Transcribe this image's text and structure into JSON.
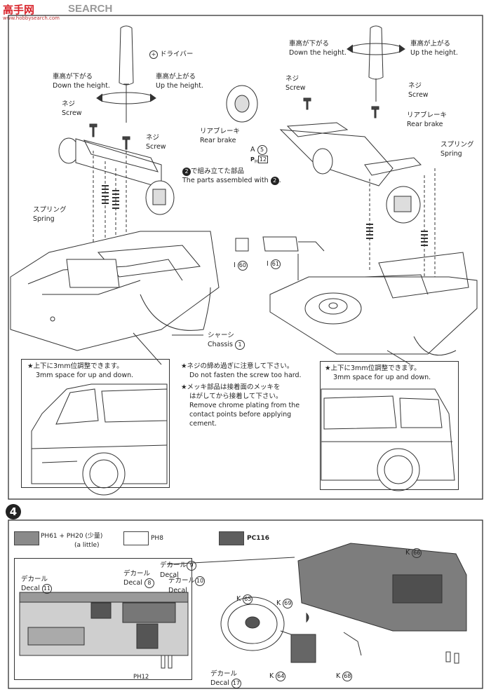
{
  "watermark": {
    "logo_chars": "高手网",
    "site": "SEARCH",
    "url": "www.hobbysearch.com"
  },
  "top_left": {
    "driver": "ドライバー",
    "down_jp": "車高が下がる",
    "down_en": "Down the height.",
    "up_jp": "車高が上がる",
    "up_en": "Up the height.",
    "screw1_jp": "ネジ",
    "screw1_en": "Screw",
    "screw2_jp": "ネジ",
    "screw2_en": "Screw",
    "assembled_num": "2",
    "assembled_jp": "で組み立てた部品",
    "assembled_en": "The parts assembled with",
    "spring_jp": "スプリング",
    "spring_en": "Spring",
    "chassis_jp": "シャーシ",
    "chassis_en": "Chassis",
    "chassis_num": "1"
  },
  "top_right": {
    "down_jp": "車高が下がる",
    "down_en": "Down the height.",
    "up_jp": "車高が上がる",
    "up_en": "Up the height.",
    "screw1_jp": "ネジ",
    "screw1_en": "Screw",
    "screw2_jp": "ネジ",
    "screw2_en": "Screw",
    "brake1_jp": "リアブレーキ",
    "brake1_en": "Rear brake",
    "brake2_jp": "リアブレーキ",
    "brake2_en": "Rear brake",
    "spring_jp": "スプリング",
    "spring_en": "Spring",
    "part_a5_prefix": "A",
    "part_a5_num": "5",
    "paint_ph12_prefix": "P",
    "paint_ph12_sub": "H",
    "paint_ph12_num": "12",
    "part_i60_prefix": "I",
    "part_i60_num": "60",
    "part_i61_prefix": "I",
    "part_i61_num": "61"
  },
  "notes": {
    "left_inset_jp": "★上下に3mm位調整できます。",
    "left_inset_en": "3mm space for up and down.",
    "center_note1_jp": "★ネジの締め過ぎに注意して下さい。",
    "center_note1_en": "Do not fasten the screw too hard.",
    "center_note2_jp1": "★メッキ部品は接着面のメッキを",
    "center_note2_jp2": "はがしてから接着して下さい。",
    "center_note2_en1": "Remove chrome plating from the",
    "center_note2_en2": "contact points before applying",
    "center_note2_en3": "cement.",
    "right_inset_jp": "★上下に3mm位調整できます。",
    "right_inset_en": "3mm space for up and down."
  },
  "step4": {
    "step_number": "4",
    "legend1_text": "PH61 + PH20 (少量)",
    "legend1_sub": "(a little)",
    "legend2_text": "PH8",
    "legend3_text": "PC116",
    "decal11_jp": "デカール",
    "decal11_en": "Decal",
    "decal11_num": "11",
    "decal8_jp": "デカール",
    "decal8_en": "Decal",
    "decal8_num": "8",
    "decal9_jp": "デカール",
    "decal9_en": "Decal",
    "decal9_num": "9",
    "decal10_jp": "デカール",
    "decal10_en": "Decal",
    "decal10_num": "10",
    "paint_ph12": "PH12",
    "k66_prefix": "K",
    "k66_num": "66",
    "k65_prefix": "K",
    "k65_num": "65",
    "k69_prefix": "K",
    "k69_num": "69",
    "k64_prefix": "K",
    "k64_num": "64",
    "k68_prefix": "K",
    "k68_num": "68",
    "decal17_jp": "デカール",
    "decal17_en": "Decal",
    "decal17_num": "17"
  },
  "colors": {
    "swatch_dark": "#5e5e5e",
    "swatch_mid": "#8a8a8a",
    "swatch_light": "#ffffff",
    "logo_red": "#d8232a"
  }
}
